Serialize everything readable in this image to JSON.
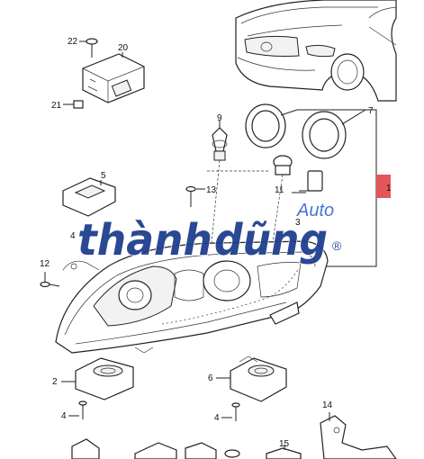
{
  "callouts": {
    "c1": "1",
    "c2": "2",
    "c3": "3",
    "c4a": "4",
    "c4b": "4",
    "c4c": "4",
    "c5": "5",
    "c6": "6",
    "c7": "7",
    "c9": "9",
    "c11": "11",
    "c12": "12",
    "c13": "13",
    "c14": "14",
    "c15": "15",
    "c20": "20",
    "c21": "21",
    "c22": "22"
  },
  "watermark": {
    "brand_main": "thành",
    "brand_accent": "dũng",
    "brand_suffix": "Auto",
    "registered": "®"
  },
  "colors": {
    "watermark_blue": "#1f3f8f",
    "watermark_light_blue": "#3f6fcf",
    "marker_red": "#e2565c",
    "line": "#222222"
  }
}
